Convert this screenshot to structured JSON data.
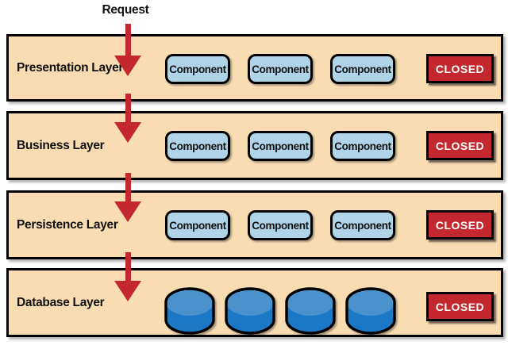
{
  "request_label": "Request",
  "labels": {
    "component": "Component",
    "closed": "CLOSED"
  },
  "layers": [
    {
      "id": "presentation",
      "label": "Presentation Layer",
      "components": [
        "Component",
        "Component",
        "Component"
      ],
      "badge": "CLOSED"
    },
    {
      "id": "business",
      "label": "Business Layer",
      "components": [
        "Component",
        "Component",
        "Component"
      ],
      "badge": "CLOSED"
    },
    {
      "id": "persistence",
      "label": "Persistence Layer",
      "components": [
        "Component",
        "Component",
        "Component"
      ],
      "badge": "CLOSED"
    },
    {
      "id": "database",
      "label": "Database Layer",
      "database_count": 4,
      "badge": "CLOSED"
    }
  ],
  "icons": {
    "arrow": "arrow-down-icon",
    "database": "database-cylinder-icon"
  },
  "colors": {
    "layer_bg": "#FADCB3",
    "component_bg": "#B0D4E7",
    "closed_bg": "#C2282E",
    "arrow": "#C2282E",
    "db_top": "#4B91CC",
    "db_body": "#1A78C7",
    "ink": "#000000"
  }
}
